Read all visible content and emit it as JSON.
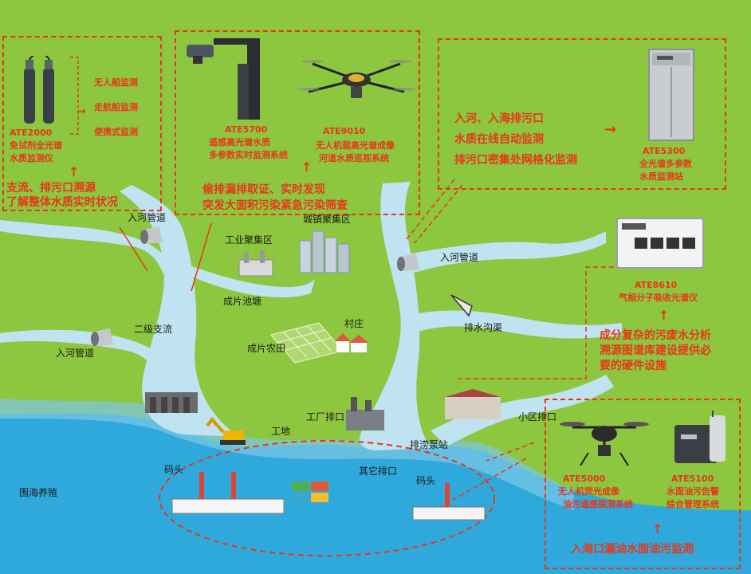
{
  "colors": {
    "grass": "#8dc63f",
    "water": "#bfe3f0",
    "sea": "#2fa9dc",
    "accent": "#e8361a"
  },
  "panel_tl": {
    "device_model": "ATE2000",
    "device_name_1": "免试剂全光谱",
    "device_name_2": "水质监测仪",
    "items": [
      "无人船监测",
      "走航船监测",
      "便携式监测"
    ],
    "caption_1": "支流、排污口溯源",
    "caption_2": "了解整体水质实时状况"
  },
  "panel_tm": {
    "dev1_model": "ATE5700",
    "dev1_name_1": "遥感高光谱水质",
    "dev1_name_2": "多参数实时监测系统",
    "dev2_model": "ATE9010",
    "dev2_name_1": "无人机载高光谱成像",
    "dev2_name_2": "河道水质巡视系统",
    "caption_1": "偷排漏排取证、实时发现",
    "caption_2": "突发大面积污染紧急污染筛查"
  },
  "panel_tr": {
    "line_1": "入河、入海排污口",
    "line_2": "水质在线自动监测",
    "line_3": "排污口密集处网格化监测",
    "device_model": "ATE5300",
    "device_name_1": "全光谱多参数",
    "device_name_2": "水质监测站"
  },
  "panel_mr": {
    "device_model": "ATE8610",
    "device_name": "气相分子吸收光谱仪",
    "caption_1": "成分复杂的污废水分析",
    "caption_2": "溯源图谱库建设提供必",
    "caption_3": "要的硬件设施"
  },
  "panel_br": {
    "dev1_model": "ATE5000",
    "dev1_name_1": "无人机荧光成像",
    "dev1_name_2": "油污遥感探测系统",
    "dev2_model": "ATE5100",
    "dev2_name_1": "水面油污告警",
    "dev2_name_2": "综合管理系统",
    "caption": "入海口漏油水面油污监测"
  },
  "map_labels": {
    "inlet_pipe_1": "入河管道",
    "inlet_pipe_2": "入河管道",
    "inlet_pipe_3": "入河管道",
    "industrial": "工业聚集区",
    "town": "城镇聚集区",
    "ponds": "成片池塘",
    "village": "村庄",
    "farmland": "成片农田",
    "tributary": "二级支流",
    "drain_ditch": "排水沟渠",
    "factory_outlet": "工厂排口",
    "community_outlet": "小区排口",
    "pump_station": "排涝泵站",
    "worksite": "工地",
    "other_outlet": "其它排口",
    "dock_1": "码头",
    "dock_2": "码头",
    "aquaculture": "围海养殖"
  }
}
